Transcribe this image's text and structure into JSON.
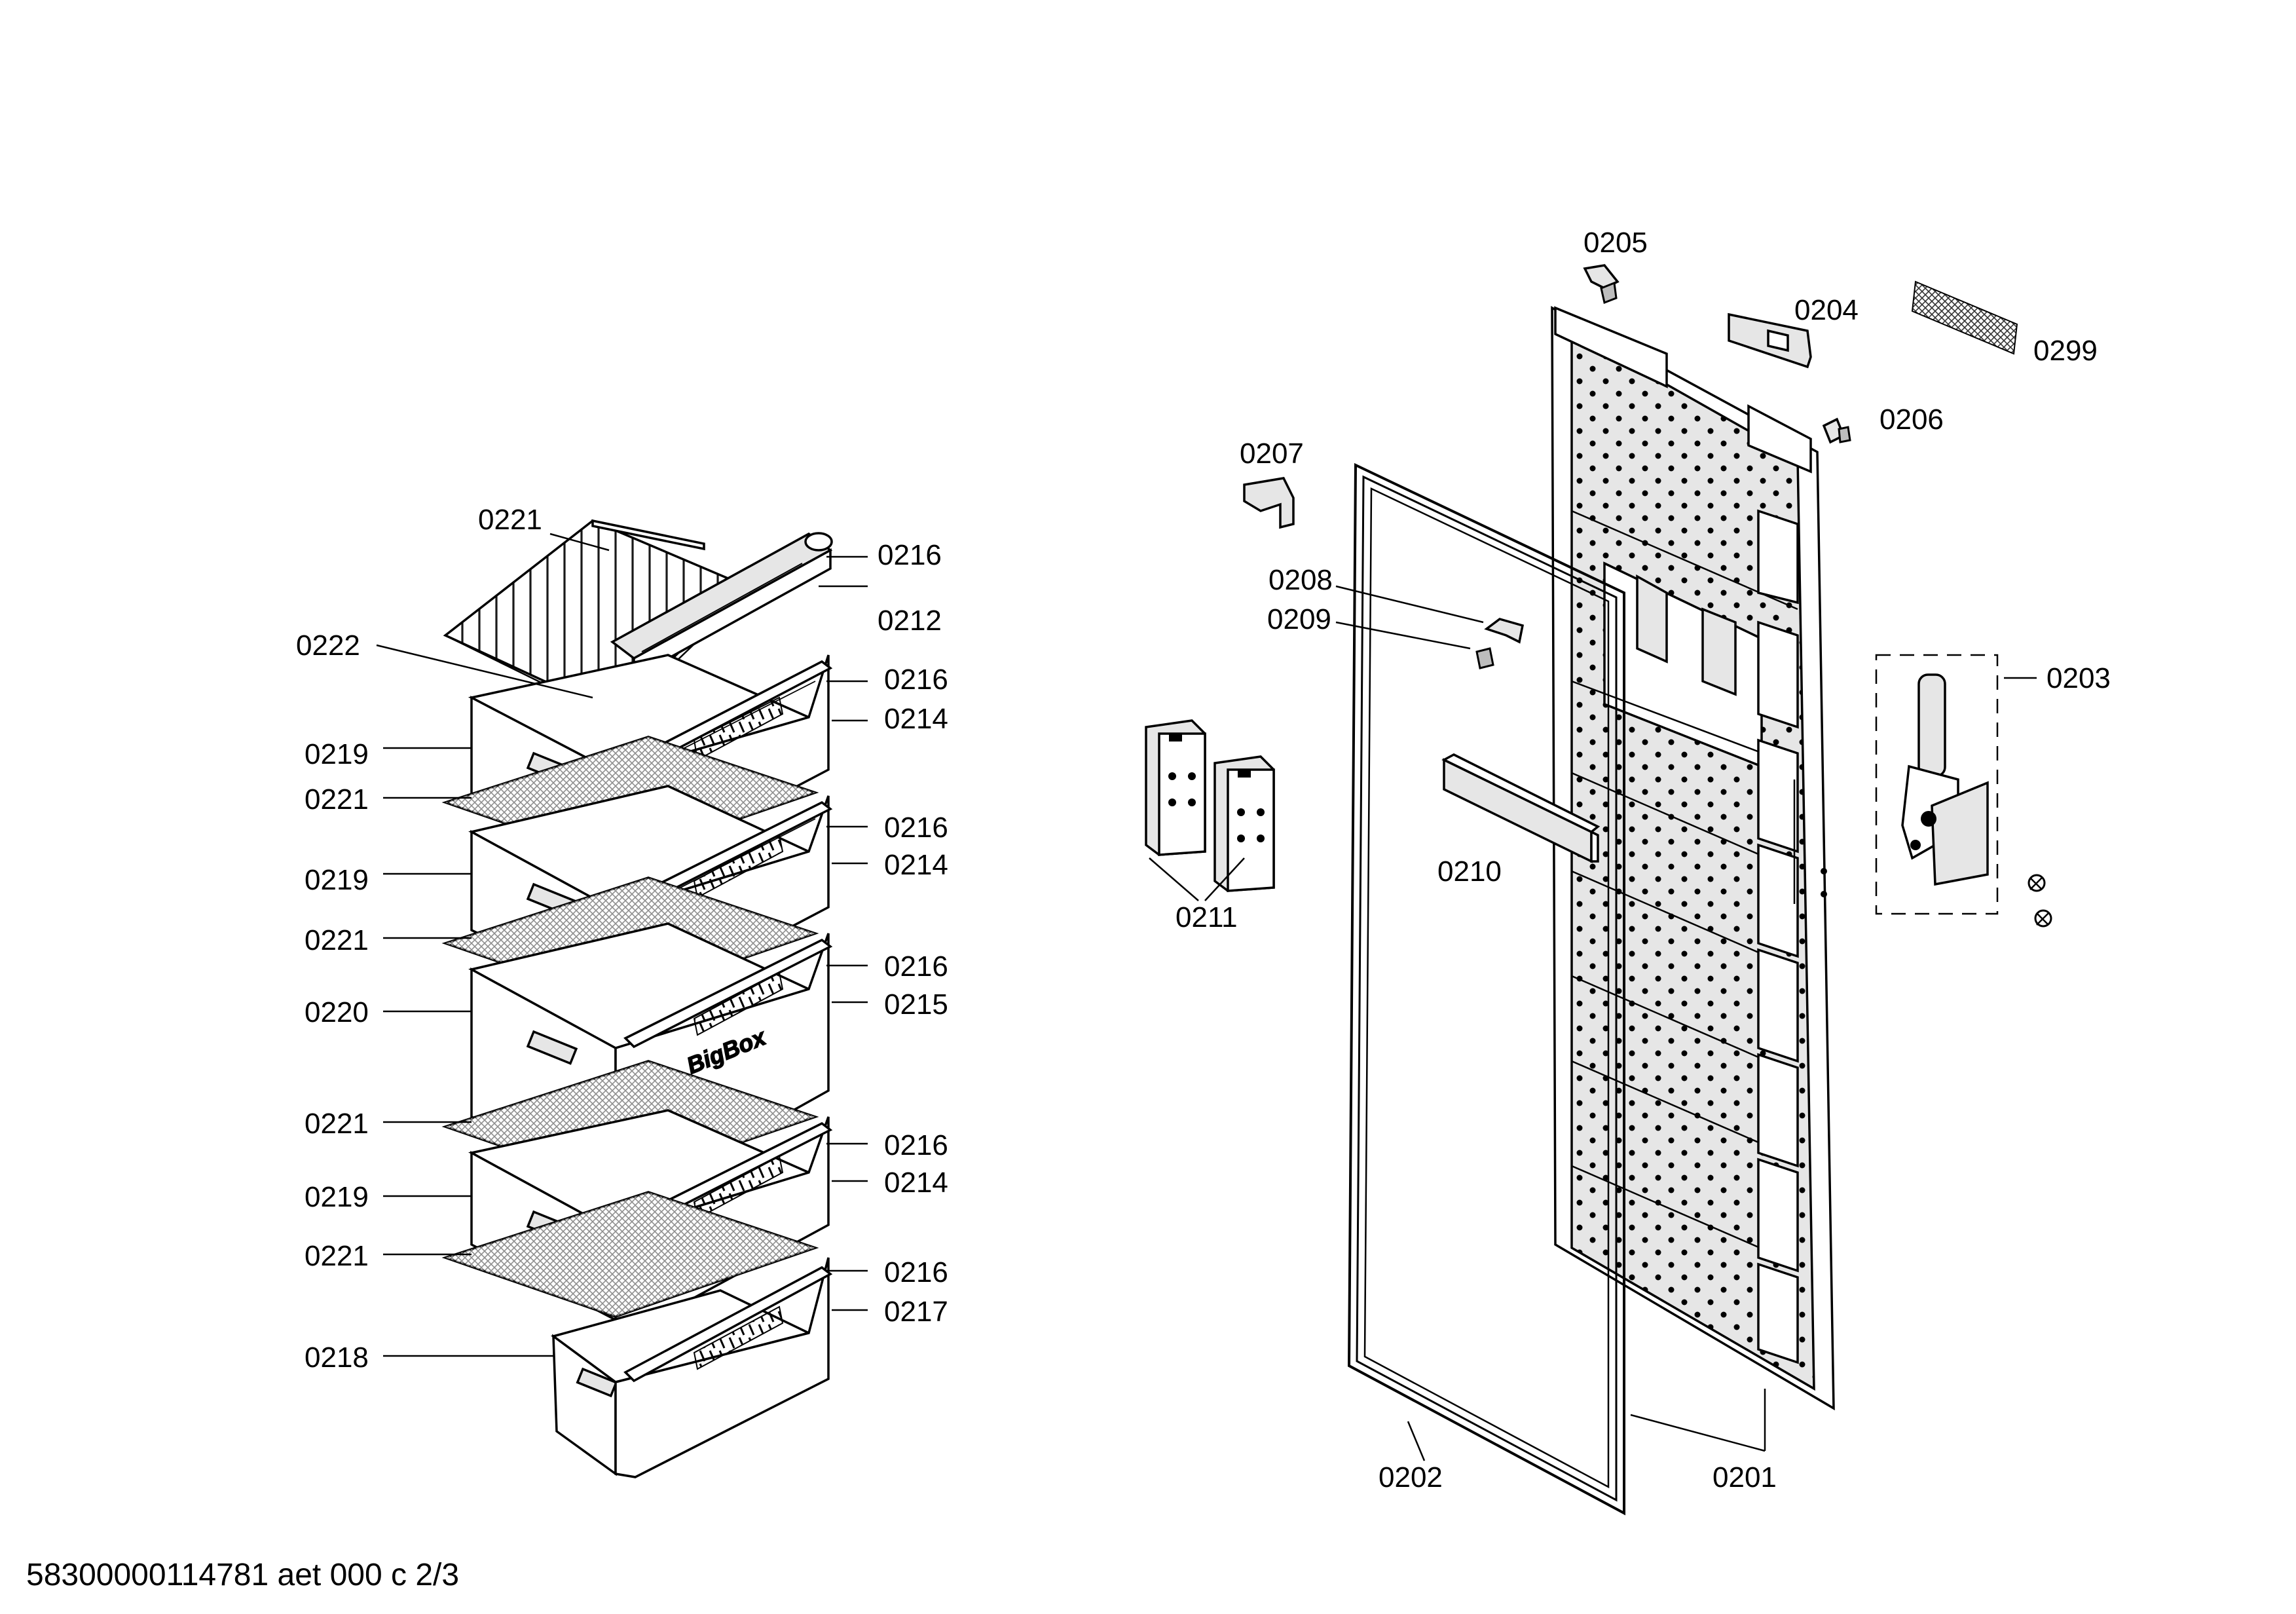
{
  "diagram": {
    "document_id": "58300000114781 aet 000 c 2/3",
    "drawer_logo_text": "BigBox",
    "callouts": {
      "c0221_top": "0221",
      "c0216_a": "0216",
      "c0212": "0212",
      "c0222": "0222",
      "c0216_b": "0216",
      "c0214_a": "0214",
      "c0219_a": "0219",
      "c0221_b": "0221",
      "c0216_c": "0216",
      "c0214_b": "0214",
      "c0219_b": "0219",
      "c0221_c": "0221",
      "c0216_d": "0216",
      "c0220": "0220",
      "c0215": "0215",
      "c0221_d": "0221",
      "c0216_e": "0216",
      "c0214_c": "0214",
      "c0219_c": "0219",
      "c0221_e": "0221",
      "c0216_f": "0216",
      "c0217": "0217",
      "c0218": "0218",
      "c0205": "0205",
      "c0204": "0204",
      "c0299": "0299",
      "c0206": "0206",
      "c0207": "0207",
      "c0208": "0208",
      "c0209": "0209",
      "c0203": "0203",
      "c0210": "0210",
      "c0211": "0211",
      "c0202": "0202",
      "c0201": "0201"
    }
  }
}
